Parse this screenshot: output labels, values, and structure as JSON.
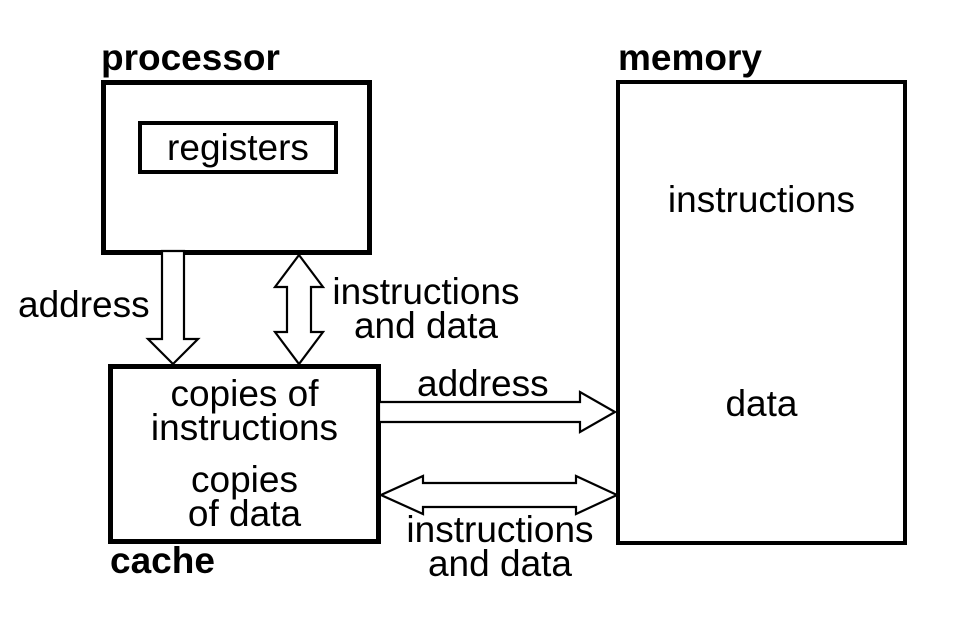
{
  "diagram_type": "block-diagram",
  "subject": "processor cache memory architecture",
  "colors": {
    "background": "#ffffff",
    "line": "#000000",
    "text": "#000000",
    "arrow_fill": "#ffffff"
  },
  "nodes": {
    "processor": {
      "title": "processor"
    },
    "registers": {
      "label": "registers"
    },
    "cache": {
      "title": "cache",
      "contents": [
        "copies of",
        "instructions",
        "copies",
        "of data"
      ]
    },
    "memory": {
      "title": "memory",
      "contents": [
        "instructions",
        "data"
      ]
    }
  },
  "edges": [
    {
      "from": "processor",
      "to": "cache",
      "direction": "one-way",
      "label_lines": [
        "address"
      ]
    },
    {
      "from": "processor",
      "to": "cache",
      "direction": "two-way",
      "label_lines": [
        "instructions",
        "and data"
      ]
    },
    {
      "from": "cache",
      "to": "memory",
      "direction": "one-way",
      "label_lines": [
        "address"
      ]
    },
    {
      "from": "cache",
      "to": "memory",
      "direction": "two-way",
      "label_lines": [
        "instructions",
        "and data"
      ]
    }
  ]
}
